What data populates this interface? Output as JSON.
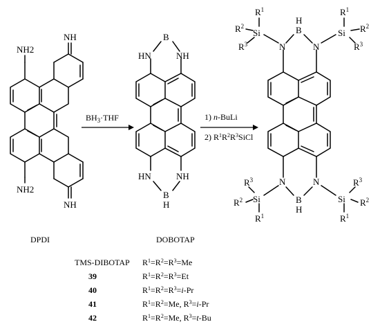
{
  "compounds": {
    "dpdi": {
      "name": "DPDI",
      "nh2_top": "NH2",
      "nh_top": "NH",
      "nh2_bottom": "NH2",
      "nh_bottom": "NH"
    },
    "dobotap": {
      "name": "DOBOTAP",
      "hn": "HN",
      "b": "B",
      "h": "H",
      "nh": "NH"
    },
    "silylated": {
      "n": "N",
      "b": "B",
      "h": "H",
      "si": "Si",
      "r": "R",
      "sup1": "1",
      "sup2": "2",
      "sup3": "3"
    }
  },
  "reactions": {
    "step1": {
      "reagent_main": "BH",
      "reagent_sub": "3",
      "reagent_tail": "·THF"
    },
    "step2": {
      "line1_prefix": "1) ",
      "line1_reagent": "n",
      "line1_suffix": "-BuLi",
      "line2_prefix": "2) R",
      "line2_sup1": "1",
      "line2_mid1": "R",
      "line2_sup2": "2",
      "line2_mid2": "R",
      "line2_sup3": "3",
      "line2_suffix": "SiCl"
    }
  },
  "table": {
    "rows": [
      {
        "id": "TMS-DIBOTAP",
        "bold": false,
        "formula": "R1=R2=R3=Me"
      },
      {
        "id": "39",
        "bold": true,
        "formula": "R1=R2=R3=Et"
      },
      {
        "id": "40",
        "bold": true,
        "formula": "R1=R2=R3=i-Pr"
      },
      {
        "id": "41",
        "bold": true,
        "formula": "R1=R2=Me, R3=i-Pr"
      },
      {
        "id": "42",
        "bold": true,
        "formula": "R1=R2=Me, R3=t-Bu"
      }
    ]
  }
}
